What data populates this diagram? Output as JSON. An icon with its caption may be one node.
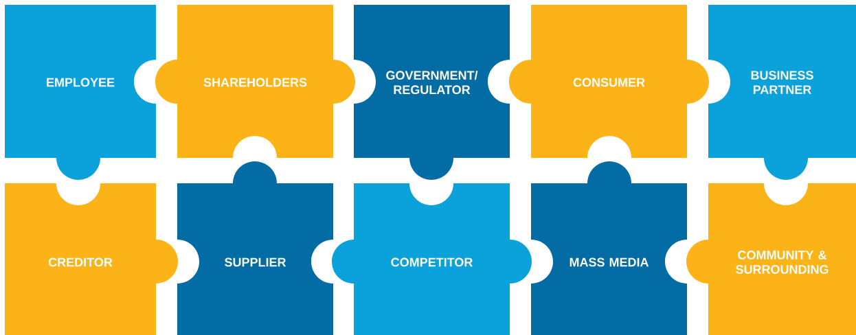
{
  "diagram": {
    "nodes": [
      {
        "text": [
          "EMPLOYEE"
        ]
      },
      {
        "text": [
          "SHAREHOLDERS"
        ]
      },
      {
        "text": [
          "GOVERNMENT/ REGULATOR"
        ]
      },
      {
        "text": [
          "CONSUMER"
        ]
      },
      {
        "text": [
          "BUSINESS PARTNER"
        ]
      },
      {
        "text": [
          "CREDITOR"
        ]
      },
      {
        "text": [
          "SUPPLIER"
        ]
      },
      {
        "text": [
          "COMPETITOR"
        ]
      },
      {
        "text": [
          "MASS MEDIA"
        ]
      },
      {
        "text": [
          "COMMUNITY & SURROUNDING"
        ]
      }
    ]
  }
}
